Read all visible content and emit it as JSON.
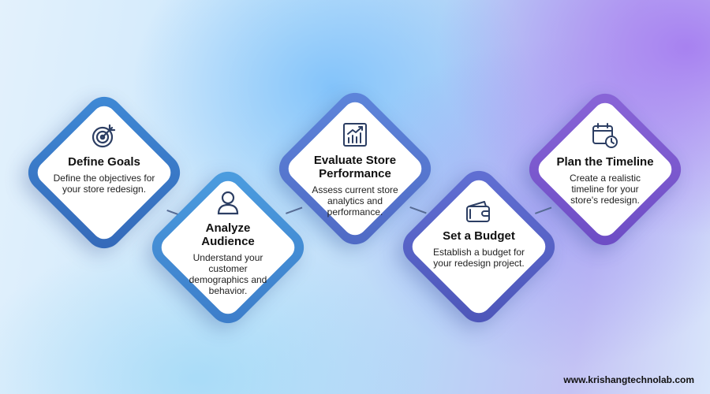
{
  "steps": [
    {
      "title": "Define Goals",
      "description": "Define the objectives for your store redesign.",
      "icon": "target-icon",
      "border_color": "#3d7cc9"
    },
    {
      "title": "Analyze Audience",
      "description": "Understand your customer demographics and behavior.",
      "icon": "person-icon",
      "border_color": "#4a8ed3"
    },
    {
      "title": "Evaluate Store Performance",
      "description": "Assess current store analytics and performance.",
      "icon": "chart-growth-icon",
      "border_color": "#5a7fd4"
    },
    {
      "title": "Set a Budget",
      "description": "Establish a budget for your redesign project.",
      "icon": "wallet-icon",
      "border_color": "#5966c8"
    },
    {
      "title": "Plan the Timeline",
      "description": "Create a realistic timeline for your store's redesign.",
      "icon": "calendar-clock-icon",
      "border_color": "#7c5fd0"
    }
  ],
  "footer": {
    "url": "www.krishangtechnolab.com"
  },
  "colors": {
    "icon_stroke": "#2c3e63",
    "connector": "#5b6f95"
  }
}
